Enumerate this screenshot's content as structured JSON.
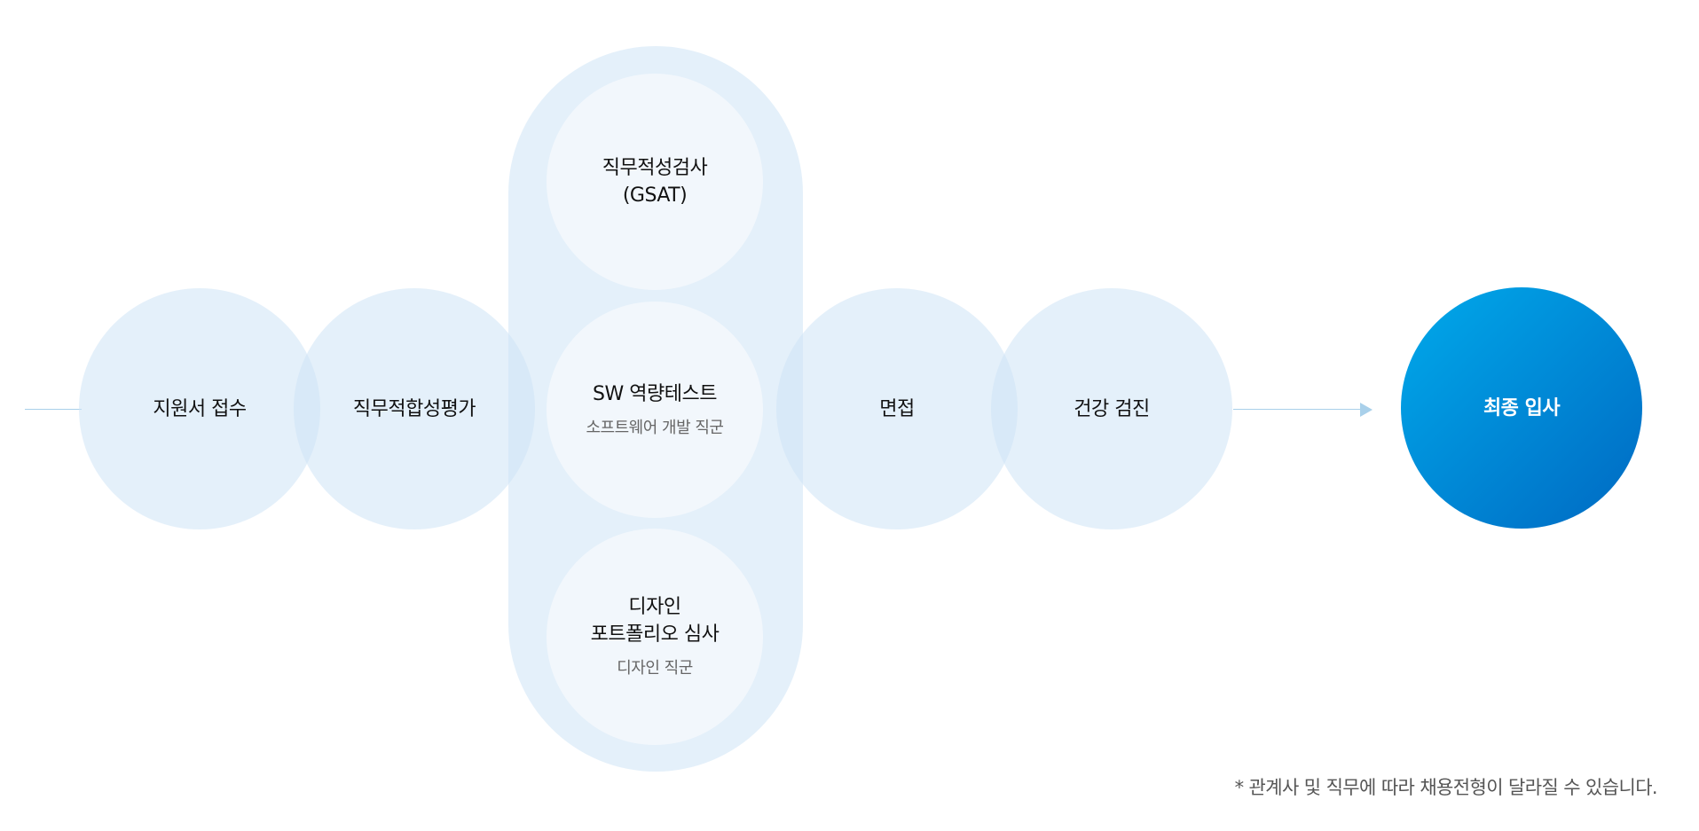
{
  "steps": {
    "application": "지원서 접수",
    "job_fit": "직무적합성평가",
    "gsat_line1": "직무적성검사",
    "gsat_line2": "(GSAT)",
    "sw_test": "SW 역량테스트",
    "sw_sub": "소프트웨어 개발 직군",
    "design_line1": "디자인",
    "design_line2": "포트폴리오 심사",
    "design_sub": "디자인 직군",
    "interview": "면접",
    "health_check": "건강 검진",
    "final_hire": "최종 입사"
  },
  "note": "* 관계사 및 직무에 따라 채용전형이 달라질 수 있습니다.",
  "colors": {
    "step_fill": "#e3eff9",
    "inner_fill": "#f2f7fc",
    "line": "#a9d0ea",
    "final_gradient_start": "#00aaeb",
    "final_gradient_end": "#0069c2"
  }
}
